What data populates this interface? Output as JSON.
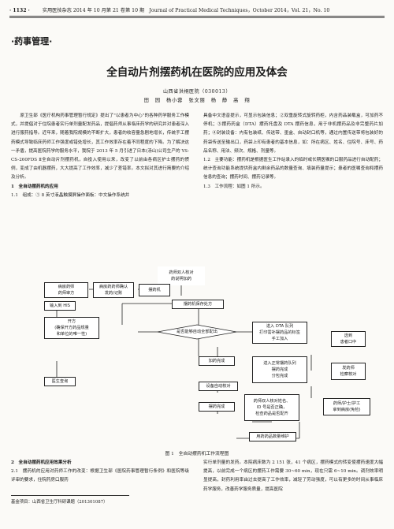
{
  "header": {
    "page_number": "· 1132 ·",
    "journal_line": "实用医技杂志 2014 年 10 月第 21 卷第 10 期　Journal of Practical Medical Techniques，October 2014，Vol. 21，No. 10"
  },
  "section_label": "·药事管理·",
  "article": {
    "title": "全自动片剂摆药机在医院的应用及体会",
    "institution": "山西省洪桐医院（030013）",
    "authors": "田　园　杨小蓉　张文丽　杨　静　高　翔"
  },
  "left_column": [
    "　　原卫生部《医疗机构药事管理暂行规定》提出了\"以患者为中心\"的各种药学服务工作模式，并提倡对于住院患者实行单剂量配发药品，提倡药师从事临床药学的研究并对患者深入进行服药指导。近年来，随着我院规模的不断扩大，患者的收容量急剧地增长，传统手工摆药模式导致临床药师工作强度或错处增长，其工作效率存在着不同程度的下降。为了解决这一矛盾，提高医院药学的服务水平，我院于 2013 年 5 月引进了日本(汤山)公司生产的 YS-CS-260FDS Ⅱ全自动片剂摆药机，自投入使用以来，改变了以前由各病区护士摆药的惯例，变成了由机器摆药，大大提高了工作效率，减少了差错率。本文拟对其进行简要的介绍及分析。",
    "1　全自动摆药机的应用",
    "1.1　组成：① 8 英寸液晶触摸屏操作面板：中文操作系统并"
  ],
  "right_column": [
    "具备中文语音提示，可显示包装信息；②双重旋转式旋转药柜，内含药品装载盒，可加药不停机；③摆药药盒（DTA）摆药托盘及 DTA 摆药信息，用于非机摆药品及非完整药片加药；④封装设备：内有包装纸、传送带、墨盒、自动封口机等，通过内置传送带将包装好的药袋传送至输出口，药袋上印有患者的基本信息，如：所在病区、姓名、住院号、床号、药品名称、用法、频次、规格、剂量等。",
    "1.2　主要功能：摆药机是根据医生工作站录入的临时或长期医嘱的口服药品进行自动配药；统计查询功能系统提供药盒内剩余药品的数量查询、填装药量提示；患者的医嘱查询和摆药信息的查询；摆药时间、摆药记录等。",
    "1.3　工作流程：如图 1 所示。"
  ],
  "flowchart": {
    "nodes": {
      "pharmacist_check": "药师双人核对\n药说明加药",
      "ward_pharmacist": "病房药师\n药师审方",
      "ward_nurse": "病房药药师确认\n发药/记账",
      "machine": "摆药机",
      "input_his": "输入到 HIS",
      "save_rx": "摆药机保存处方",
      "prescribe": "开方\n(确保开方药品规量\n和单位的唯一性)",
      "decision": "是否能够自动全部配出",
      "enter_dta": "进入 DTA 队列\n打印需补摆药品的标签\n手工加入",
      "select_patient": "选到\n患者口中",
      "doctor_query": "医生查询",
      "add_complete": "加药完成",
      "enter_queue": "进入正常摆药队列\n摆药完成\n分包完成",
      "pharmacist_review": "发药师\n检察核对",
      "device_check": "设备自动核对",
      "dispense_done": "摆药完成",
      "double_check": "药师双人核对姓名、\nID 号是否正确，\n检查药品是否配齐",
      "deliver": "药师/护士/护工\n拿到病房(免检)",
      "packaging": "用药药品数量维护"
    },
    "caption": "图 1　全自动摆药机工作流程图"
  },
  "bottom_left": [
    "2　全自动摆药机应用效果分析",
    "2.1　摆药机的应用对药师工作的改变：根据卫生部《医院药事管理暂行条例》和医院等级评审的要求，住院药房口服药"
  ],
  "bottom_right": [
    "实行单剂量的发药。本院病床数为 2 151 张，41 个病区，摆药模式的转变使摆药速度大幅提高，以前完成一个病区的摆药工作需要 30~60 min，现在只需 6~10 min。调剂效率明显提高，封药利用率由过去提高了工作效率，减轻了劳动强度，可以有更多的时间从事临床药学服务，改善药学服务质量，提高医院"
  ],
  "footnote": "基金项目：山西省卫生厅科研课题（201301087）"
}
